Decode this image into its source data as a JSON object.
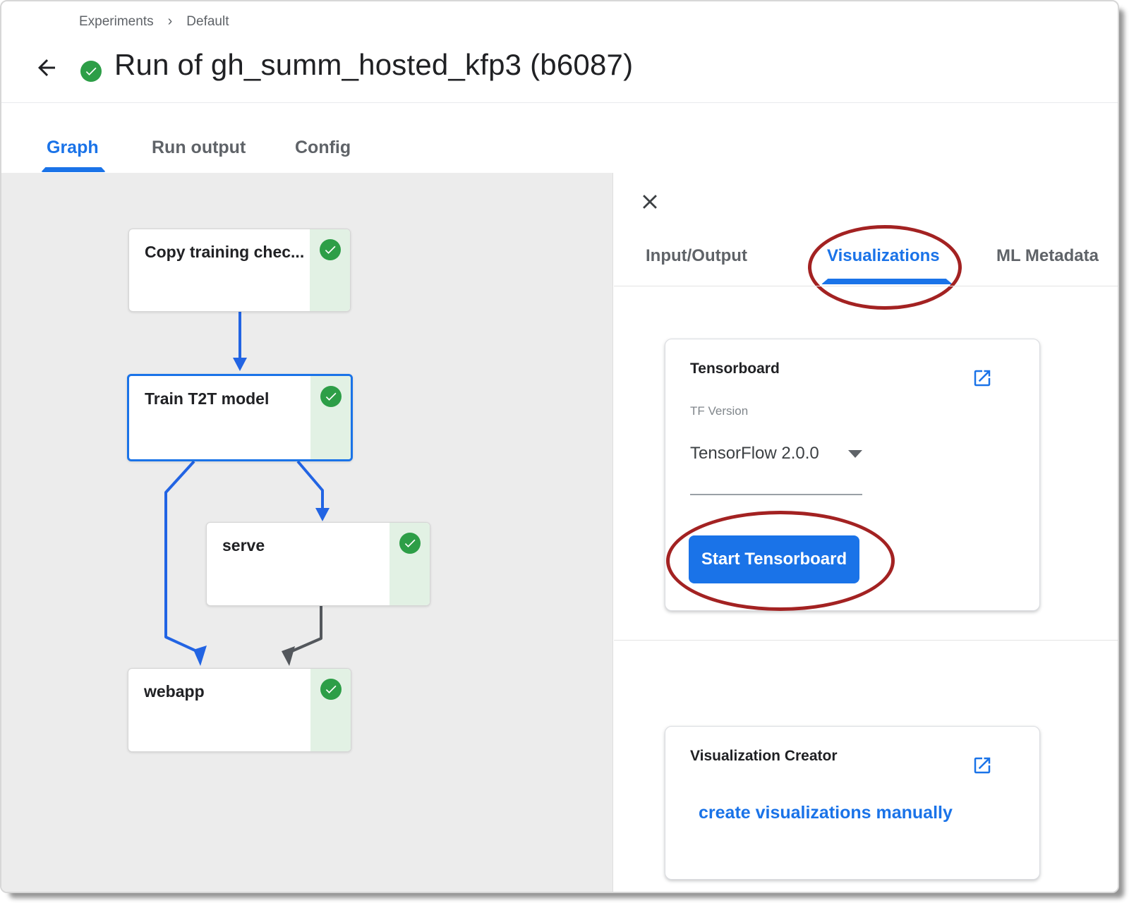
{
  "breadcrumb": {
    "items": [
      "Experiments",
      "Default"
    ],
    "separator": "›"
  },
  "header": {
    "title": "Run of gh_summ_hosted_kfp3 (b6087)",
    "back_icon": "arrow-back",
    "status_icon": "check-circle-green"
  },
  "main_tabs": [
    {
      "label": "Graph",
      "active": true
    },
    {
      "label": "Run output",
      "active": false
    },
    {
      "label": "Config",
      "active": false
    }
  ],
  "graph": {
    "nodes": [
      {
        "label": "Copy training chec...",
        "status": "succeeded",
        "selected": false
      },
      {
        "label": "Train T2T model",
        "status": "succeeded",
        "selected": true
      },
      {
        "label": "serve",
        "status": "succeeded",
        "selected": false
      },
      {
        "label": "webapp",
        "status": "succeeded",
        "selected": false
      }
    ]
  },
  "panel": {
    "close_icon": "close",
    "tabs": [
      {
        "label": "Input/Output",
        "active": false
      },
      {
        "label": "Visualizations",
        "active": true,
        "annotated": "red-ellipse"
      },
      {
        "label": "ML Metadata",
        "active": false
      }
    ],
    "tensorboard_card": {
      "title": "Tensorboard",
      "open_icon": "open-in-new",
      "tf_version_label": "TF Version",
      "tf_version_value": "TensorFlow 2.0.0",
      "start_button_label": "Start Tensorboard",
      "button_annotated": "red-ellipse"
    },
    "visualization_card": {
      "title": "Visualization Creator",
      "open_icon": "open-in-new",
      "link_label": "create visualizations manually"
    }
  },
  "colors": {
    "accent_blue": "#1a73e8",
    "edge_blue": "#2264e3",
    "edge_gray": "#53575c",
    "success_green": "#2d9e47",
    "success_bg": "#e2f1e4",
    "annotation_red": "#a32222",
    "graph_bg": "#ececec",
    "text_primary": "#202124",
    "text_secondary": "#5f6368"
  }
}
